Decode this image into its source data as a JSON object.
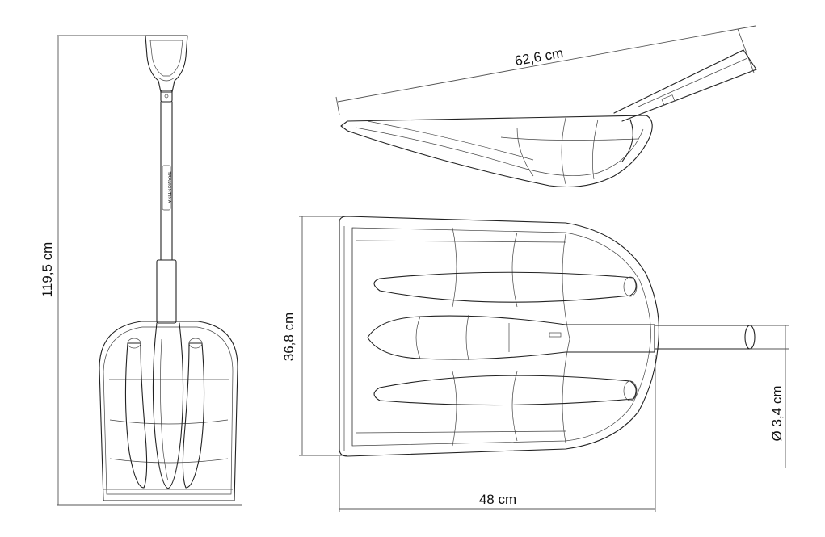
{
  "diagram": {
    "dimensions": {
      "total_length": "119,5 cm",
      "side_length": "62,6 cm",
      "blade_height": "36,8 cm",
      "blade_width": "48 cm",
      "shaft_diameter": "Ø 3,4 cm"
    },
    "brand_label": "TRAMONTINA"
  }
}
